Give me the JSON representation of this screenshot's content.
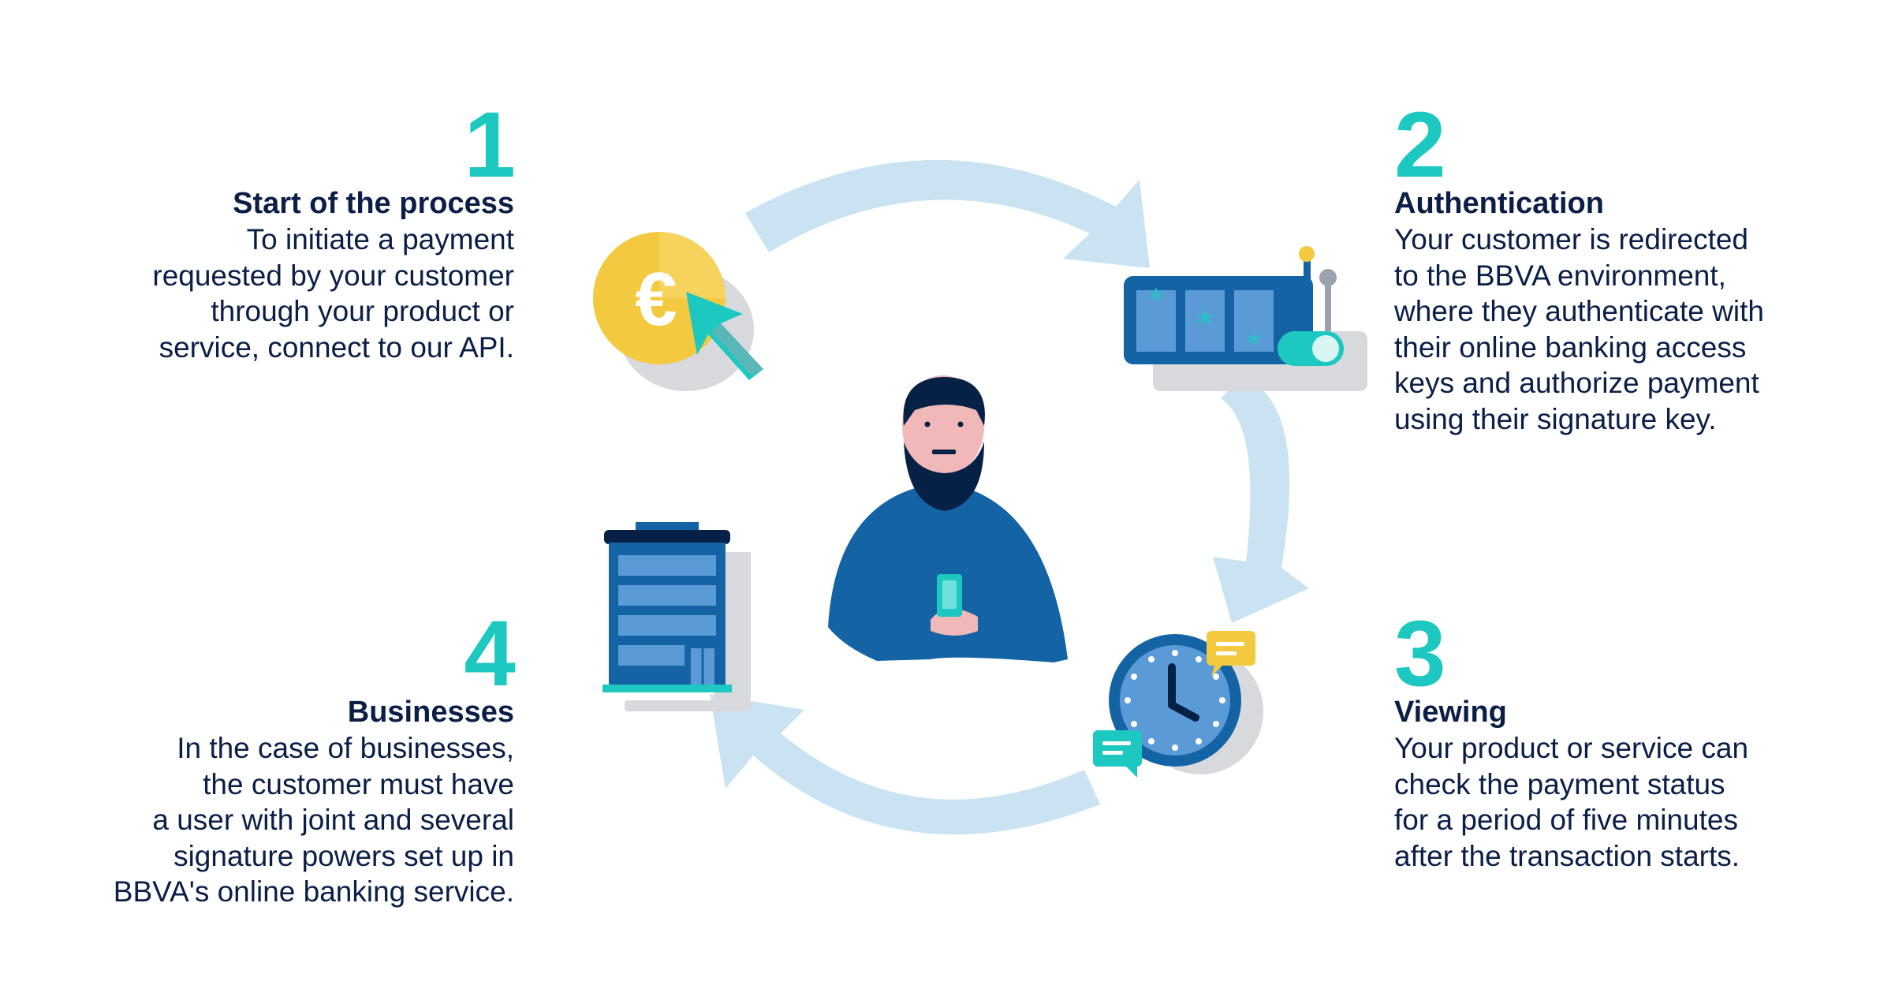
{
  "steps": [
    {
      "number": "1",
      "title": "Start of the process",
      "lines": [
        "To initiate a payment",
        "requested by your customer",
        "through your product or",
        "service, connect to our API."
      ]
    },
    {
      "number": "2",
      "title": "Authentication",
      "lines": [
        "Your customer is redirected",
        "to the BBVA environment,",
        "where they authenticate with",
        "their online banking access",
        "keys and authorize payment",
        "using their signature key."
      ]
    },
    {
      "number": "3",
      "title": "Viewing",
      "lines": [
        "Your product or service can",
        "check the payment status",
        "for a period of five minutes",
        "after the transaction starts."
      ]
    },
    {
      "number": "4",
      "title": "Businesses",
      "lines": [
        "In the case of businesses,",
        "the customer must have",
        "a user with joint and several",
        "signature powers set up in",
        "BBVA's online banking service."
      ]
    }
  ],
  "icons": {
    "coin_symbol": "€",
    "coin_icon": "euro-coin-icon",
    "login_icon": "password-login-icon",
    "clock_icon": "clock-chat-icon",
    "building_icon": "office-building-icon",
    "person_icon": "customer-with-phone-icon"
  },
  "colors": {
    "accent": "#1cc8c0",
    "text": "#0a1e46",
    "arrow": "#c9e3f2",
    "blue": "#1464a5",
    "navy": "#072146"
  }
}
